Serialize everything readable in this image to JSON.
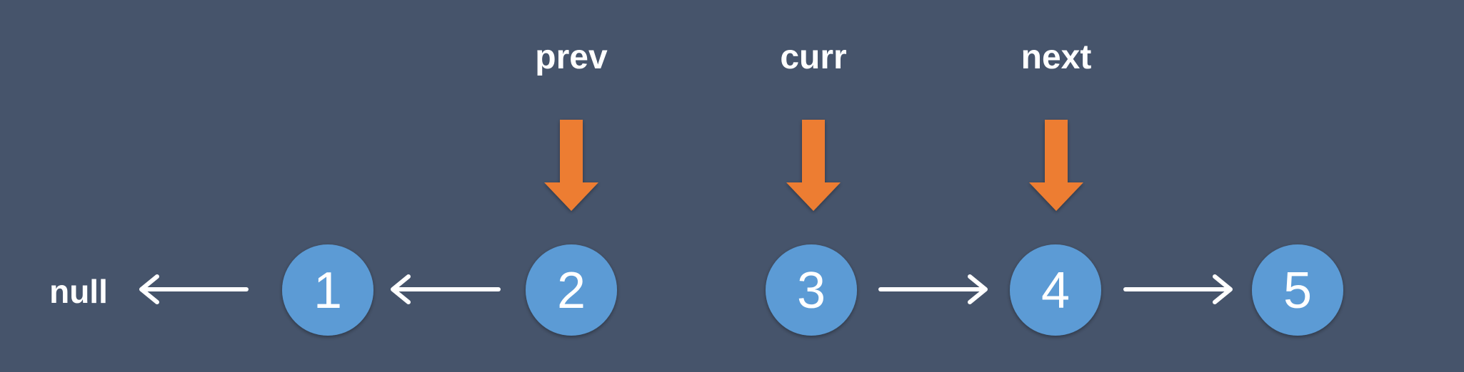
{
  "diagram": {
    "null_label": "null",
    "nodes": [
      {
        "label": "1"
      },
      {
        "label": "2"
      },
      {
        "label": "3"
      },
      {
        "label": "4"
      },
      {
        "label": "5"
      }
    ],
    "pointers": [
      {
        "label": "prev"
      },
      {
        "label": "curr"
      },
      {
        "label": "next"
      }
    ]
  },
  "colors": {
    "background": "#46546b",
    "node_fill": "#5b9bd5",
    "pointer_arrow": "#ed7d31",
    "link_arrow": "#ffffff",
    "text": "#ffffff"
  }
}
